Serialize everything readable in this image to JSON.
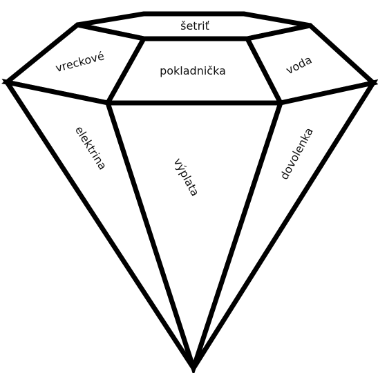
{
  "diagram": {
    "segments": {
      "top": "šetriť",
      "upper_left": "vreckové",
      "center_top": "pokladnička",
      "upper_right": "voda",
      "lower_left": "elektrina",
      "lower_center": "výplata",
      "lower_right": "dovolenka"
    },
    "colors": {
      "stroke": "#000000",
      "fill": "#ffffff",
      "text": "#111111"
    }
  }
}
